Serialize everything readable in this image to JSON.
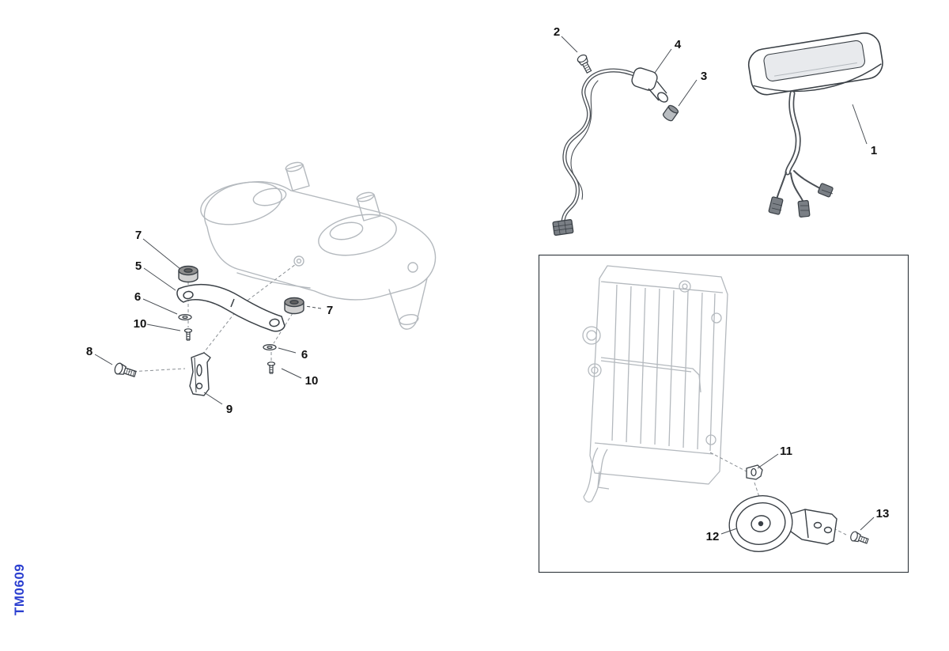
{
  "page": {
    "background": "#ffffff",
    "drawing_code": "TM0609",
    "drawing_code_color": "#2b3fd0"
  },
  "callouts": {
    "instrument": "1",
    "sensor_screw": "2",
    "sensor_cap": "3",
    "speed_sensor": "4",
    "mount_bracket": "5",
    "washer_left": "6",
    "washer_right": "6",
    "grommet_left": "7",
    "grommet_right": "7",
    "hex_bolt": "8",
    "support_bracket": "9",
    "screw_left": "10",
    "screw_right": "10",
    "horn_clip": "11",
    "horn": "12",
    "horn_bolt": "13"
  }
}
